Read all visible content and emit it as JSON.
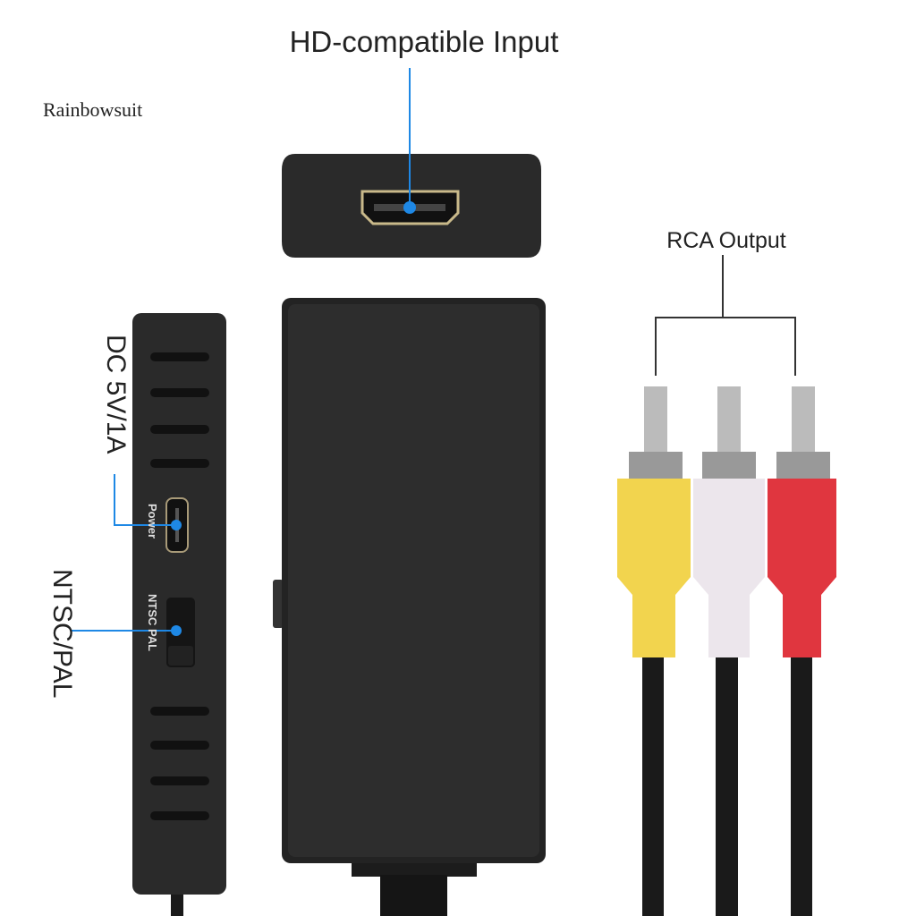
{
  "watermark": "Rainbowsuit",
  "labels": {
    "hd_input": "HD-compatible Input",
    "rca_output": "RCA Output",
    "dc_power": "DC 5V/1A",
    "video_standard": "NTSC/PAL",
    "power_port": "Power",
    "switch_port": "NTSC PAL"
  },
  "colors": {
    "callout": "#1e88e5",
    "device": "#2b2b2b",
    "rca_yellow": "#f2d44e",
    "rca_white": "#ece6ec",
    "rca_red": "#e0363f"
  }
}
